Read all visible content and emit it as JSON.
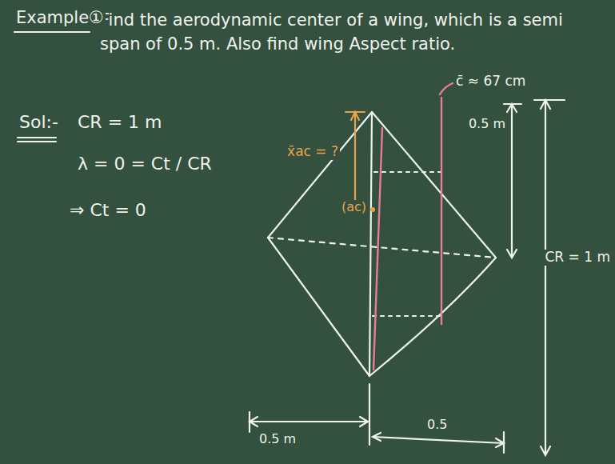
{
  "diagram": {
    "title": "Find the aerodynamic center of a wing, which is a semi span of 0.5 m. Also find wing Aspect ratio.",
    "labels": [
      "Example①",
      "Sol:-",
      "CR = 1 m",
      "λ = 0 = Ct / CR",
      "⇒ Ct = 0",
      "x̄ac = ?",
      "(ac)",
      "c̄ ≈ 67 cm",
      "0.5 m",
      "CR = 1 m",
      "0.5 m",
      "0.5"
    ]
  }
}
